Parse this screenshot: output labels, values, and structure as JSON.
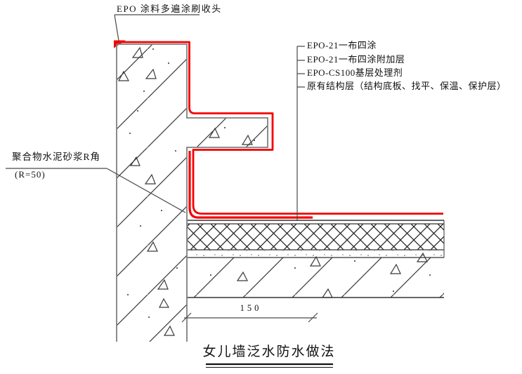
{
  "drawing": {
    "title": "女儿墙泛水防水做法",
    "annotations": {
      "top_label": "EPO 涂料多遍涂刷收头",
      "right_labels": [
        "EPO-21一布四涂",
        "EPO-21一布四涂附加层",
        "EPO-CS100基层处理剂",
        "原有结构层（结构底板、找平、保温、保护层）"
      ],
      "left_label_line1": "聚合物水泥砂浆R角",
      "left_label_line2": "(R=50)",
      "dimension_150": "150"
    },
    "colors": {
      "membrane_red": "#f40000",
      "outline_gray": "#7f7f7f",
      "linework_dark": "#333333",
      "text": "#111111"
    }
  }
}
